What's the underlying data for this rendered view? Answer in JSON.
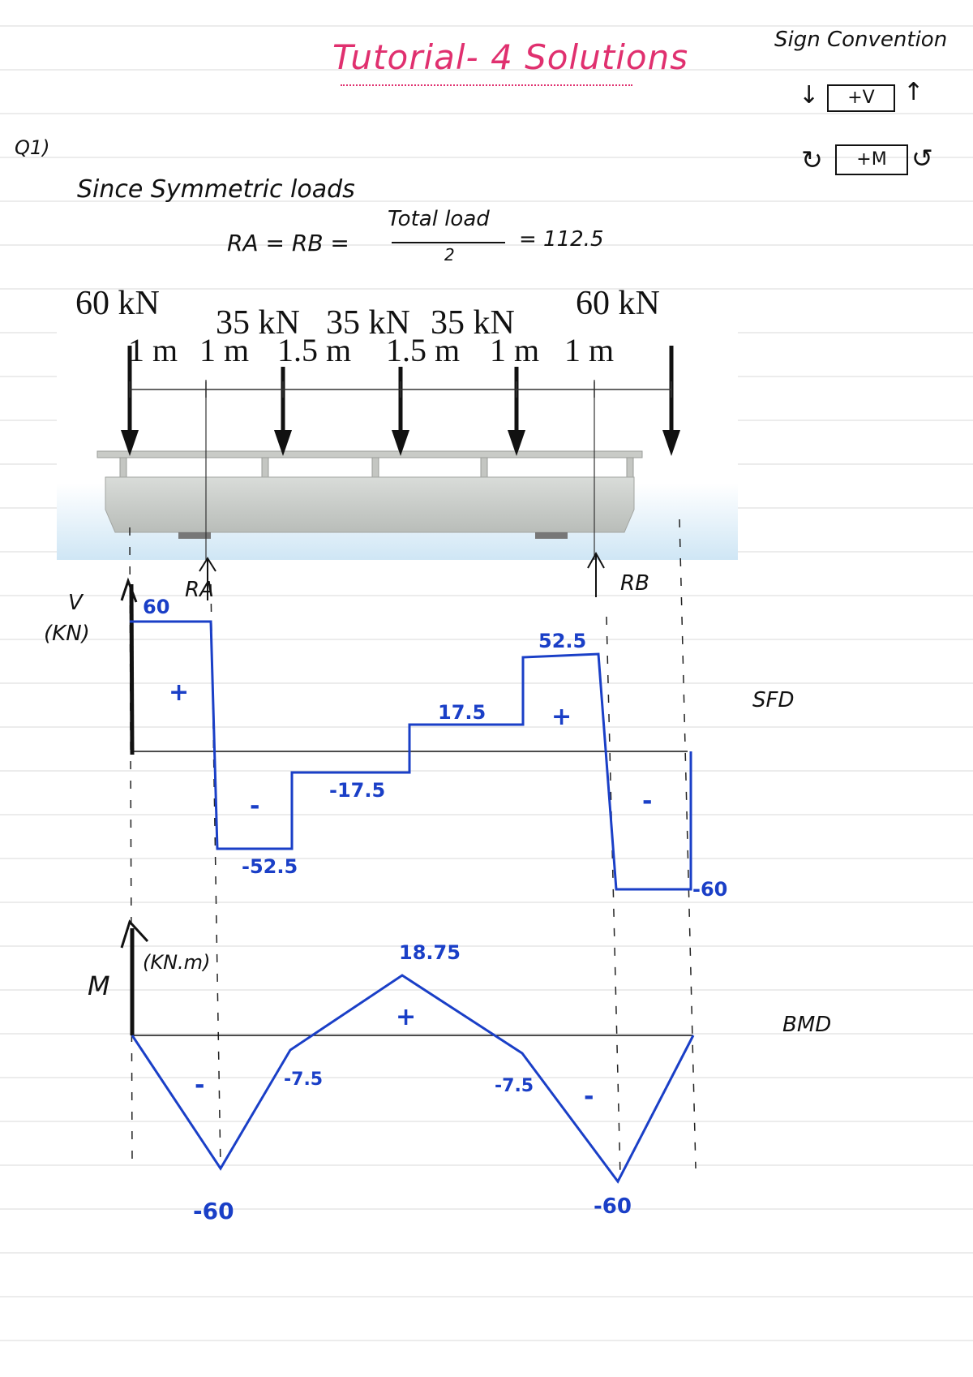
{
  "title": "Tutorial- 4 Solutions",
  "sign_convention": {
    "heading": "Sign Convention",
    "shear_box": "+V",
    "moment_box": "+M"
  },
  "question": {
    "number": "Q1)",
    "intro": "Since Symmetric loads",
    "reaction_lhs": "RA = RB =",
    "numerator": "Total load",
    "denominator": "2",
    "result": "= 112.5"
  },
  "figure": {
    "loads": [
      "60 kN",
      "35 kN",
      "35 kN",
      "35 kN",
      "60 kN"
    ],
    "spans": [
      "1 m",
      "1 m",
      "1.5 m",
      "1.5 m",
      "1 m",
      "1 m"
    ],
    "reaction_labels": [
      "RA",
      "RB"
    ]
  },
  "sfd": {
    "axis_label": "V",
    "unit": "(KN)",
    "name": "SFD",
    "values": [
      "60",
      "52.5",
      "17.5",
      "-17.5",
      "-52.5",
      "-60"
    ],
    "signs": [
      "+",
      "+",
      "-",
      "-"
    ]
  },
  "bmd": {
    "axis_label": "M",
    "unit": "(KN.m)",
    "name": "BMD",
    "values": [
      "18.75",
      "-7.5",
      "-7.5",
      "-60",
      "-60"
    ],
    "signs": [
      "+",
      "-",
      "-"
    ]
  },
  "colors": {
    "title": "#e0306f",
    "diagram": "#1a3fc7",
    "ink": "#111111",
    "ruled_line": "#d9d9d9"
  }
}
